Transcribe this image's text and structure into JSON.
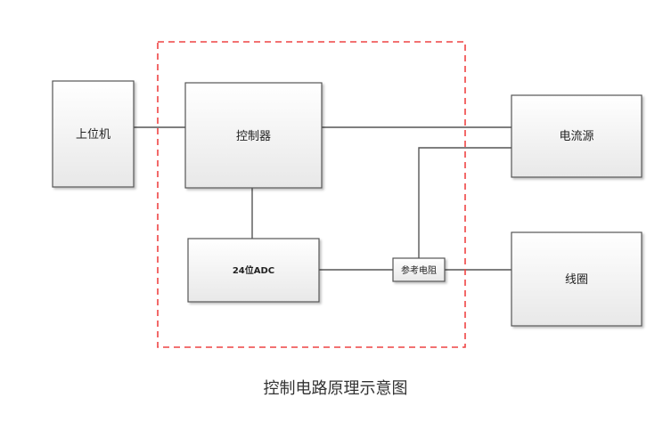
{
  "diagram": {
    "caption": "控制电路原理示意图",
    "nodes": {
      "host": "上位机",
      "controller": "控制器",
      "adc": "24位ADC",
      "reference_resistor": "参考电阻",
      "current_source": "电流源",
      "coil": "线圈"
    },
    "colors": {
      "box_border": "#555555",
      "box_fill_top": "#ffffff",
      "box_fill_bottom": "#e9e9e9",
      "line": "#555555",
      "dashed_boundary": "#ee4444",
      "text": "#222222"
    }
  }
}
